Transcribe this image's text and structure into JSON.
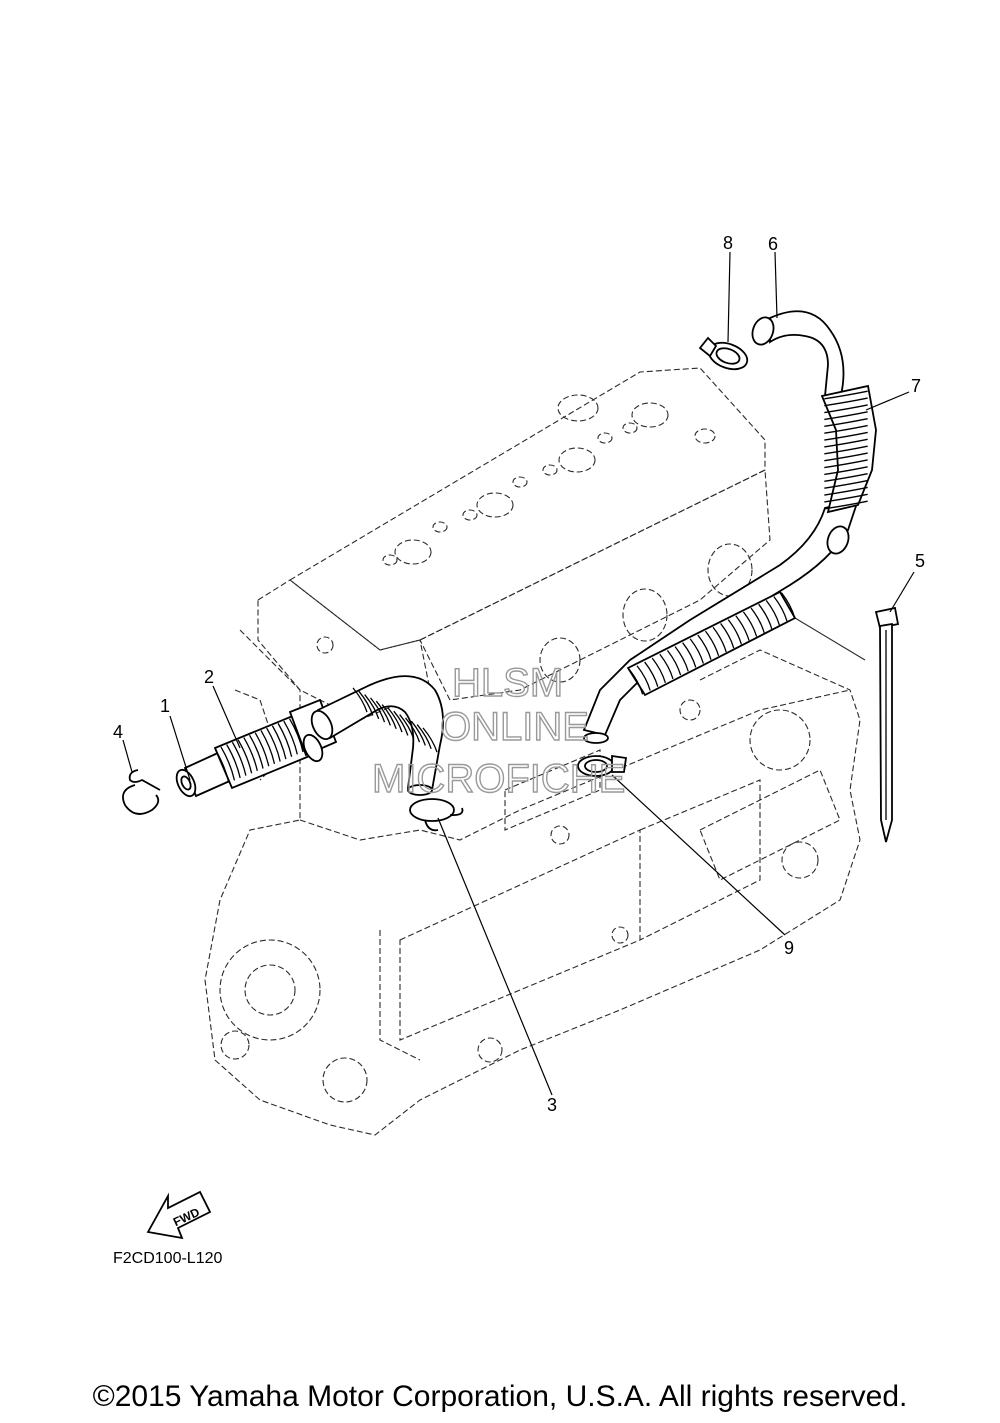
{
  "callouts": [
    {
      "id": "1",
      "label": "1"
    },
    {
      "id": "2",
      "label": "2"
    },
    {
      "id": "3",
      "label": "3"
    },
    {
      "id": "4",
      "label": "4"
    },
    {
      "id": "5",
      "label": "5"
    },
    {
      "id": "6",
      "label": "6"
    },
    {
      "id": "7",
      "label": "7"
    },
    {
      "id": "8",
      "label": "8"
    },
    {
      "id": "9",
      "label": "9"
    }
  ],
  "direction_arrow_label": "FWD",
  "diagram_code": "F2CD100-L120",
  "watermark": [
    "HLSM",
    "ONLINE",
    "MICROFICHE"
  ],
  "copyright": "©2015 Yamaha Motor Corporation, U.S.A. All rights reserved."
}
